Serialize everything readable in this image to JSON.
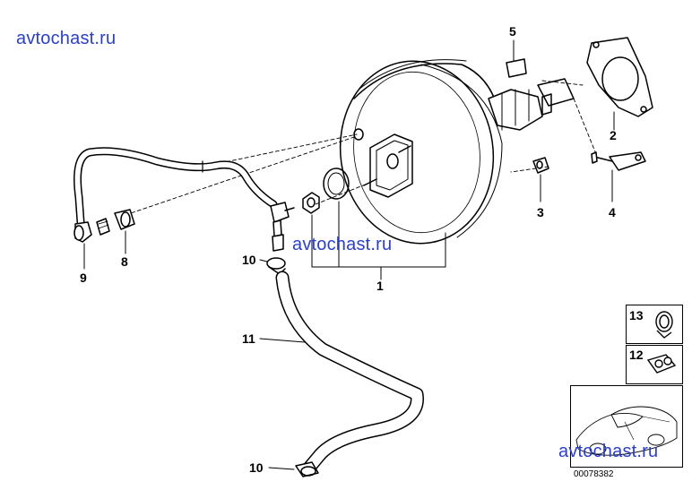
{
  "watermarks": [
    "avtochast.ru",
    "avtochast.ru",
    "avtochast.ru"
  ],
  "labels": {
    "p1": "1",
    "p2": "2",
    "p3": "3",
    "p4": "4",
    "p5": "5",
    "p8": "8",
    "p9": "9",
    "p10a": "10",
    "p10b": "10",
    "p11": "11",
    "p12": "12",
    "p13": "13"
  },
  "diagram_code": "00078382"
}
